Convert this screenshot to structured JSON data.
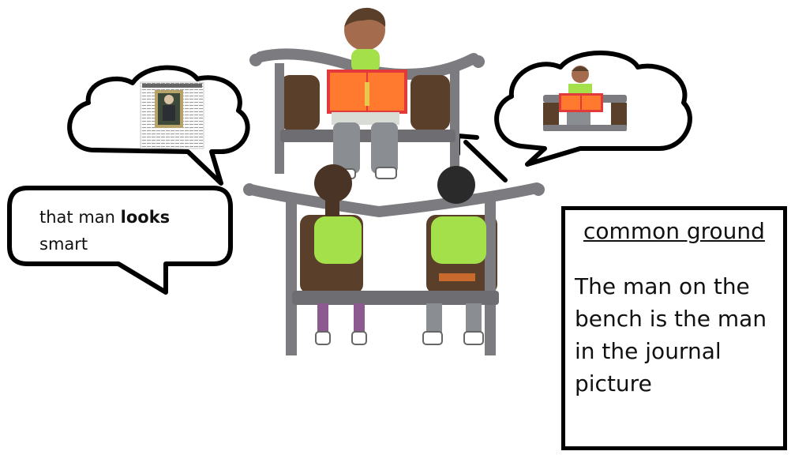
{
  "speech_bubble": {
    "text_before": "that man ",
    "text_bold": "looks",
    "text_after": " smart"
  },
  "common_ground_box": {
    "title": "common ground",
    "body": "The man on the bench is the man in the journal picture"
  },
  "colors": {
    "outline": "#000000",
    "bench": "#7b7b80",
    "wood": "#5a3f2a",
    "shirt": "#a4e04a",
    "book_cover": "#ff7a2e",
    "book_red": "#e23a3a",
    "skin": "#a46b4d",
    "pants": "#8a8d92"
  }
}
